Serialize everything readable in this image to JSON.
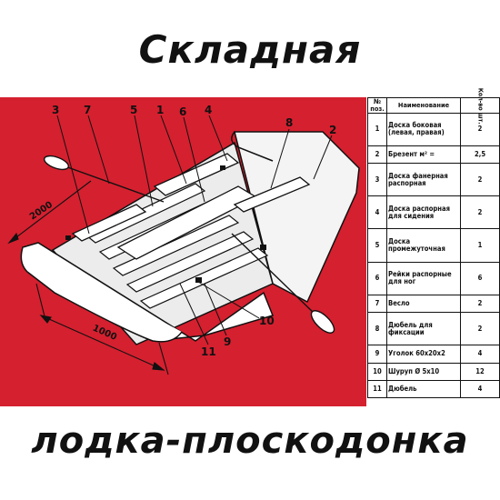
{
  "title_top": "Складная",
  "title_bottom": "лодка-плоскодонка",
  "dimensions": {
    "length": "2000",
    "width": "1000"
  },
  "callouts": [
    "3",
    "7",
    "5",
    "1",
    "6",
    "4",
    "8",
    "2",
    "10",
    "9",
    "11"
  ],
  "table": {
    "header_num": "№ поз.",
    "header_name": "Наименование",
    "header_qty": "Кол-во шт.",
    "rows": [
      {
        "num": "1",
        "name": "Доска боковая (левая, правая)",
        "qty": "2"
      },
      {
        "num": "2",
        "name": "Брезент м² =",
        "qty": "2,5"
      },
      {
        "num": "3",
        "name": "Доска фанерная распорная",
        "qty": "2"
      },
      {
        "num": "4",
        "name": "Доска распорная для сидения",
        "qty": "2"
      },
      {
        "num": "5",
        "name": "Доска промежуточная",
        "qty": "1"
      },
      {
        "num": "6",
        "name": "Рейки распорные для ног",
        "qty": "6"
      },
      {
        "num": "7",
        "name": "Весло",
        "qty": "2"
      },
      {
        "num": "8",
        "name": "Дюбель для фиксации",
        "qty": "2"
      },
      {
        "num": "9",
        "name": "Уголок 60х20х2",
        "qty": "4"
      },
      {
        "num": "10",
        "name": "Шуруп Ø 5х10",
        "qty": "12"
      },
      {
        "num": "11",
        "name": "Дюбель",
        "qty": "4"
      }
    ]
  },
  "colors": {
    "panel": "#d5202f",
    "ink": "#111111",
    "hull": "#ffffff"
  }
}
